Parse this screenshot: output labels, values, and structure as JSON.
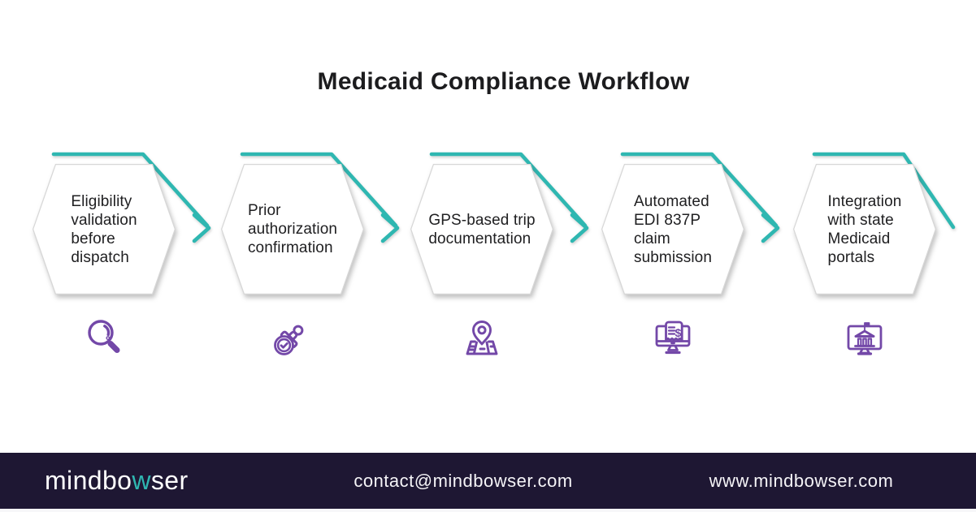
{
  "title": "Medicaid Compliance Workflow",
  "theme": {
    "teal": "#2fb7b1",
    "purple": "#7348a8",
    "footer_bg": "#1e1733",
    "heading_color": "#1c1c1e",
    "step_text_color": "#202022",
    "footer_text_color": "#f5f4f7"
  },
  "steps": [
    {
      "label": "Eligibility\nvalidation\nbefore\ndispatch",
      "icon": "magnifier-search-icon"
    },
    {
      "label": "Prior\nauthorization\nconfirmation",
      "icon": "approval-stamp-icon"
    },
    {
      "label": "GPS-based trip\ndocumentation",
      "icon": "gps-map-pin-icon"
    },
    {
      "label": "Automated\nEDI 837P\nclaim\nsubmission",
      "icon": "claim-monitor-icon"
    },
    {
      "label": "Integration\nwith state\nMedicaid\nportals",
      "icon": "state-portal-monitor-icon"
    }
  ],
  "footer": {
    "logo_part1": "mindbo",
    "logo_part2": "w",
    "logo_part3": "ser",
    "email": "contact@mindbowser.com",
    "website": "www.mindbowser.com"
  }
}
